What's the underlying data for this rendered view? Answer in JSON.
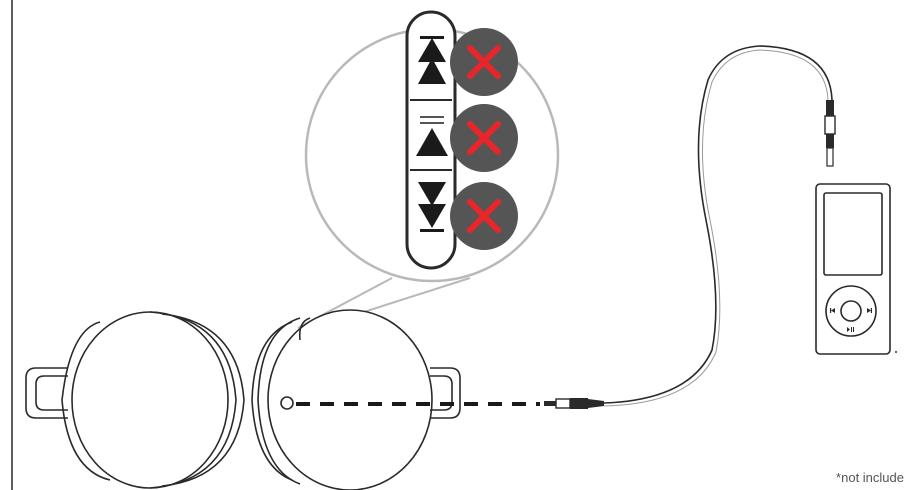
{
  "diagram": {
    "footnote": "*not include",
    "colors": {
      "line": "#2a2a2a",
      "thin_line": "#9a9a9a",
      "magnifier_stroke": "#b9b9b9",
      "badge_fill": "#555555",
      "badge_x": "#e8262a",
      "button_fill": "#1a1a1a"
    },
    "zoom_callout": {
      "buttons": [
        {
          "name": "volume-up-skip-button",
          "icon": "double-up-arrow-with-bar",
          "disabled_badge": "red-x-icon"
        },
        {
          "name": "volume-up-button",
          "icon": "single-up-arrow",
          "disabled_badge": "red-x-icon"
        },
        {
          "name": "volume-down-skip-button",
          "icon": "double-down-arrow-with-bar",
          "disabled_badge": "red-x-icon"
        }
      ]
    },
    "parts": [
      "headphones",
      "dashed-connection",
      "audio-cable",
      "mp3-player"
    ]
  }
}
